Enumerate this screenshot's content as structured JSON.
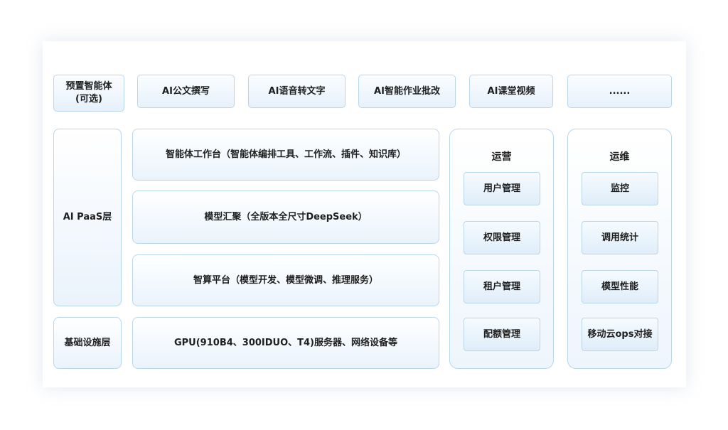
{
  "top_row": [
    "预置智能体\n(可选)",
    "AI公文撰写",
    "AI语音转文字",
    "AI智能作业批改",
    "AI课堂视频",
    "......"
  ],
  "layers": {
    "paas": "AI PaaS层",
    "infra": "基础设施层"
  },
  "paas_blocks": [
    "智能体工作台（智能体编排工具、工作流、插件、知识库）",
    "模型汇聚（全版本全尺寸DeepSeek）",
    "智算平台（模型开发、模型微调、推理服务）"
  ],
  "infra_block": "GPU(910B4、300IDUO、T4)服务器、网络设备等",
  "operations": {
    "title": "运营",
    "items": [
      "用户管理",
      "权限管理",
      "租户管理",
      "配额管理"
    ]
  },
  "maintenance": {
    "title": "运维",
    "items": [
      "监控",
      "调用统计",
      "模型性能",
      "移动云ops对接"
    ]
  }
}
